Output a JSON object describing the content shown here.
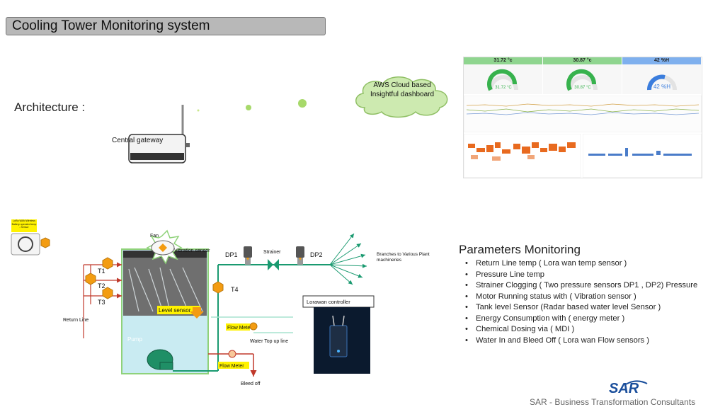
{
  "title": "Cooling Tower Monitoring system",
  "architecture_label": "Architecture :",
  "gateway_label": "Central gateway",
  "cloud_label": "AWS Cloud based Insightful dashboard",
  "dashboard": {
    "gauges": [
      {
        "header": "31.72 °c",
        "value": "31.72 °C",
        "color": "#37b24d"
      },
      {
        "header": "30.87 °c",
        "value": "30.87 °C",
        "color": "#37b24d"
      },
      {
        "header": "42 %H",
        "value": "42 %H",
        "color": "#3b7ddd"
      }
    ]
  },
  "diagram": {
    "sensor_tag": "LoRa WAN Wireless Battery operated temp - Sensor",
    "fan": "Fan",
    "vibration": "Vibration sensor",
    "t1": "T1",
    "t2": "T2",
    "t3": "T3",
    "t4": "T4",
    "return_line": "Return Line",
    "level_sensor": "Level sensor",
    "pump": "Pump",
    "flow_meter_top": "Flow Meter",
    "flow_meter_bottom": "Flow Meter",
    "water_topup": "Water Top up line",
    "bleed_off": "Bleed off",
    "dp1": "DP1",
    "dp2": "DP2",
    "strainer": "Strainer",
    "branches": "Branches to Various Plant machineries",
    "lorawan_controller": "Lorawan controller"
  },
  "parameters_title": "Parameters Monitoring",
  "parameters": [
    "Return Line temp ( Lora wan temp sensor )",
    "Pressure Line temp",
    "Strainer Clogging ( Two pressure sensors DP1 , DP2) Pressure",
    "Motor Running status with ( Vibration sensor )",
    "Tank level Sensor  (Radar based water level Sensor )",
    "Energy Consumption with ( energy meter )",
    "Chemical Dosing via ( MDI )",
    "Water In and Bleed Off ( Lora wan Flow sensors )"
  ],
  "footer": "SAR - Business Transformation Consultants",
  "logo": "SAR"
}
